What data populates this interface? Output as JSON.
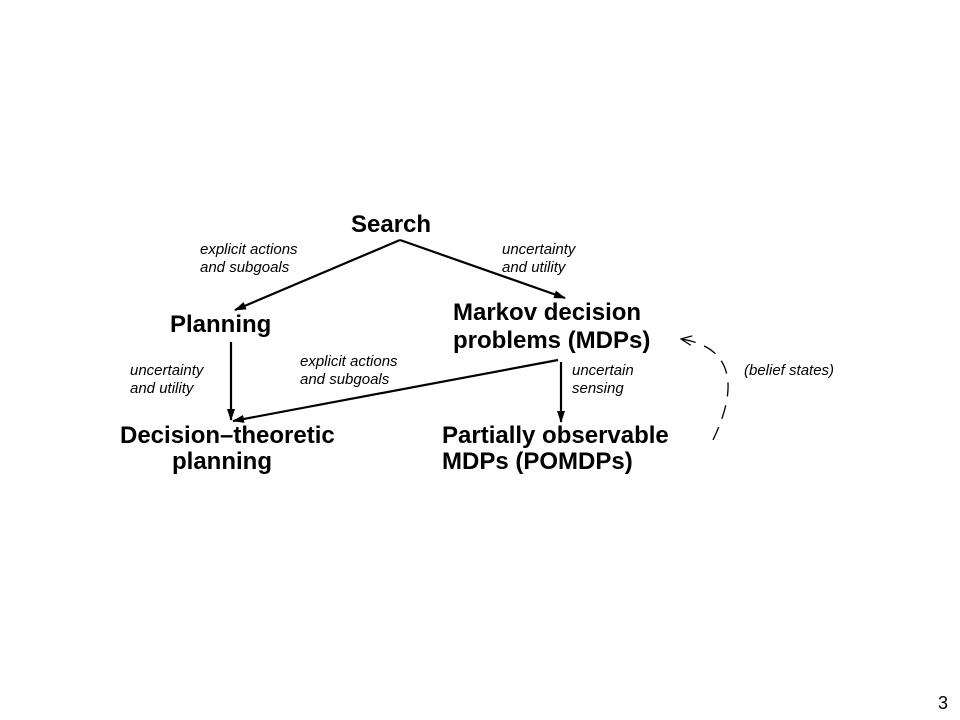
{
  "nodes": {
    "search": "Search",
    "planning": "Planning",
    "mdp_line1": "Markov decision",
    "mdp_line2": "problems (MDPs)",
    "dtp_line1": "Decision–theoretic",
    "dtp_line2": "planning",
    "pomdp_line1": "Partially observable",
    "pomdp_line2": "MDPs (POMDPs)"
  },
  "edges": {
    "search_to_planning": {
      "line1": "explicit actions",
      "line2": "and subgoals"
    },
    "search_to_mdp": {
      "line1": "uncertainty",
      "line2": "and utility"
    },
    "planning_to_dtp": {
      "line1": "uncertainty",
      "line2": "and utility"
    },
    "mdp_to_dtp": {
      "line1": "explicit actions",
      "line2": "and subgoals"
    },
    "mdp_to_pomdp": {
      "line1": "uncertain",
      "line2": "sensing"
    },
    "pomdp_to_mdp": {
      "label": "(belief states)"
    }
  },
  "page_number": "3"
}
